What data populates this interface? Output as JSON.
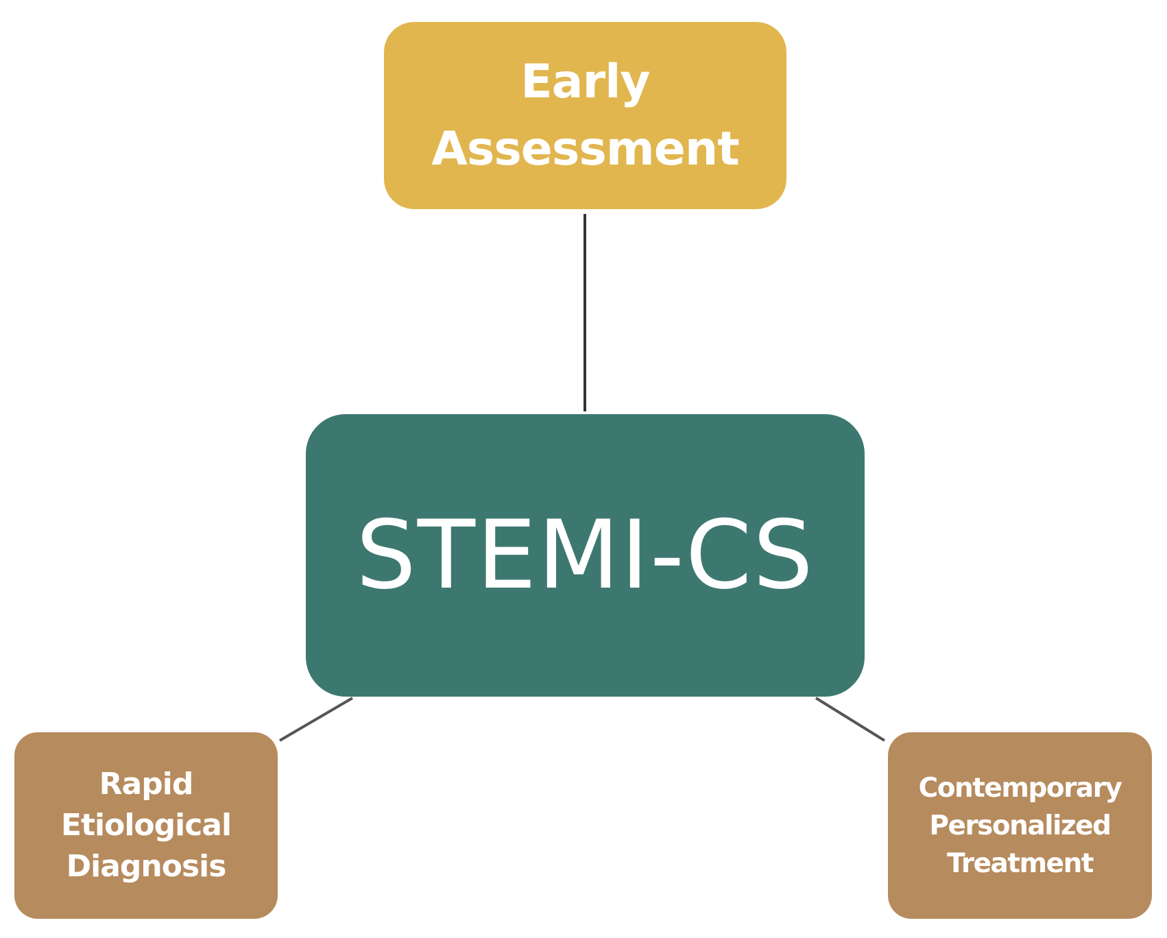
{
  "diagram": {
    "colors": {
      "top_node": "#E1B64F",
      "center_node": "#3D7870",
      "bottom_nodes": "#B68B5E",
      "text": "#FFFFFF",
      "connector": "#333333"
    },
    "nodes": {
      "top": {
        "lines": [
          "Early",
          "Assessment"
        ]
      },
      "center": {
        "label": "STEMI-CS"
      },
      "bottom_left": {
        "lines": [
          "Rapid",
          "Etiological",
          "Diagnosis"
        ]
      },
      "bottom_right": {
        "lines": [
          "Contemporary",
          "Personalized",
          "Treatment"
        ]
      }
    },
    "edges": [
      {
        "from": "center",
        "to": "top"
      },
      {
        "from": "center",
        "to": "bottom_left"
      },
      {
        "from": "center",
        "to": "bottom_right"
      }
    ]
  }
}
